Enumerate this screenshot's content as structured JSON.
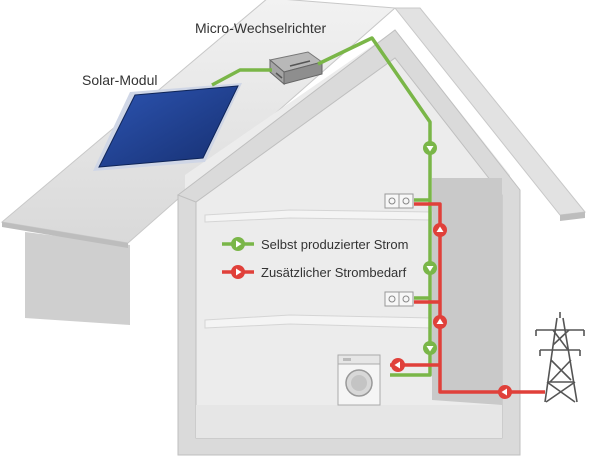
{
  "labels": {
    "solar_module": "Solar-Modul",
    "micro_inverter": "Micro-Wechselrichter"
  },
  "legend": [
    {
      "label": "Selbst produzierter Strom",
      "color": "#7ab648"
    },
    {
      "label": "Zusätzlicher Strombedarf",
      "color": "#e0403a"
    }
  ],
  "colors": {
    "self_produced": "#7ab648",
    "additional": "#e0403a",
    "panel": "#1f3f8f",
    "roof": "#e4e4e4",
    "wall": "#d6d6d6"
  },
  "icons": [
    "solar-panel-icon",
    "micro-inverter-icon",
    "power-socket-icon",
    "washing-machine-icon",
    "power-pylon-icon",
    "flow-arrow-icon"
  ]
}
